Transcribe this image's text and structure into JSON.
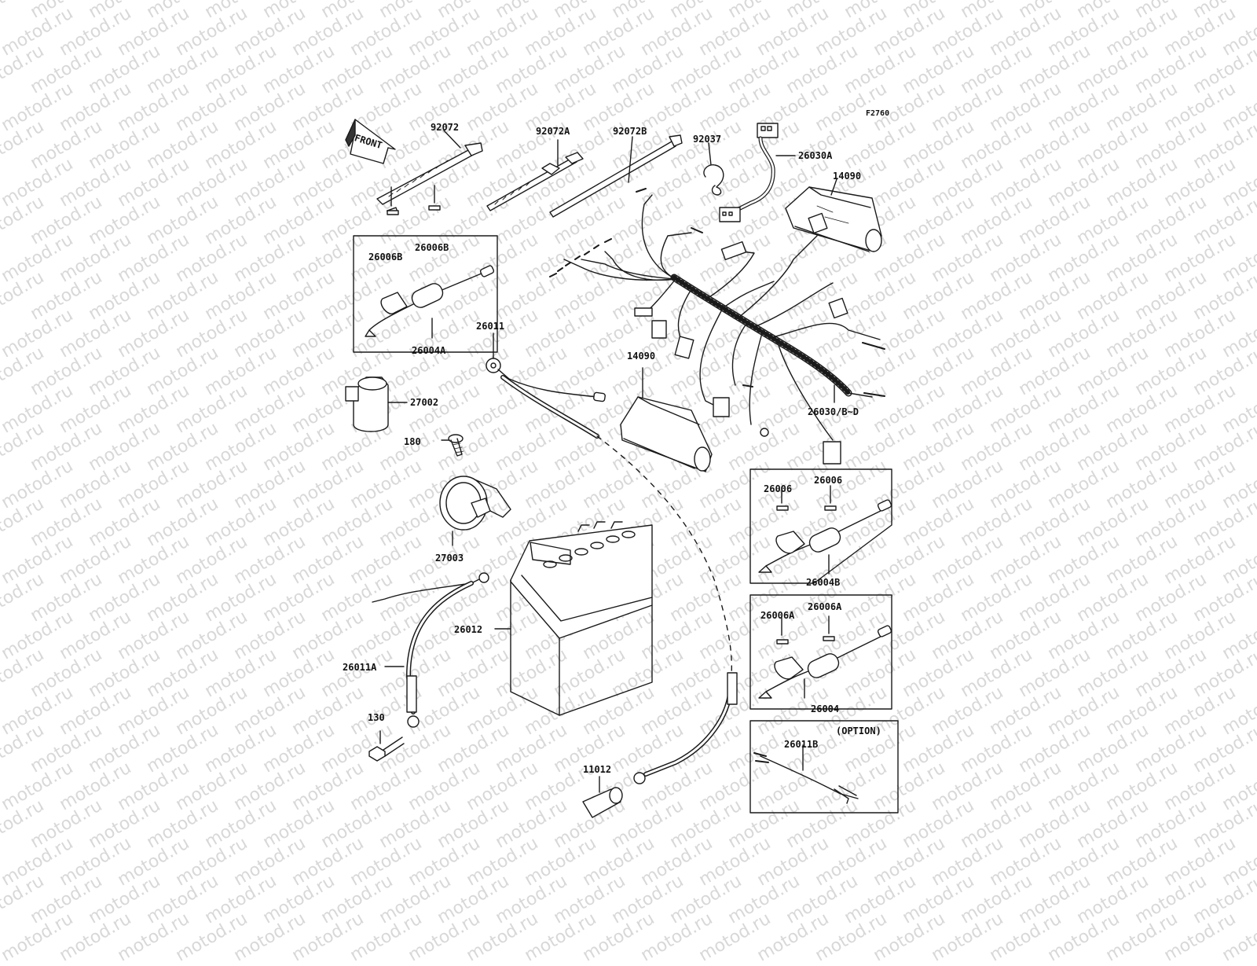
{
  "diagram": {
    "code": "F2760",
    "watermark": "motod.ru",
    "front_arrow": "FRONT",
    "option_label": "(OPTION)",
    "parts": {
      "p92072": "92072",
      "p92072A": "92072A",
      "p92072B": "92072B",
      "p92037": "92037",
      "p26030A": "26030A",
      "p14090_top": "14090",
      "p26006B_1": "26006B",
      "p26006B_2": "26006B",
      "p26004A": "26004A",
      "p26011": "26011",
      "p14090_bottom": "14090",
      "p26030BD": "26030/B~D",
      "p27002": "27002",
      "p180": "180",
      "p27003": "27003",
      "p26006_1": "26006",
      "p26006_2": "26006",
      "p26004B": "26004B",
      "p26012": "26012",
      "p26006A_1": "26006A",
      "p26006A_2": "26006A",
      "p26004": "26004",
      "p26011A": "26011A",
      "p130": "130",
      "p26011B": "26011B",
      "p11012": "11012"
    }
  },
  "colors": {
    "line": "#1a1a1a",
    "watermark": "#d8d8d8",
    "background": "#ffffff"
  }
}
